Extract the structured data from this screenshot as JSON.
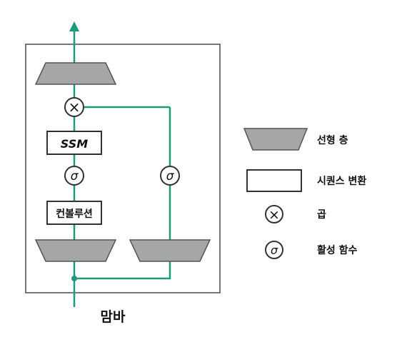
{
  "diagram": {
    "title": "맘바",
    "blocks": {
      "ssm": "SSM",
      "conv": "컨볼루션",
      "sigma_left": "σ",
      "sigma_right": "σ",
      "multiply": "×"
    },
    "legend": {
      "linear": "선형 층",
      "sequence": "시퀀스 변환",
      "multiply_symbol": "×",
      "multiply": "곱",
      "activation_symbol": "σ",
      "activation": "활성 함수"
    },
    "colors": {
      "line": "#1a9c7c",
      "trapezoid": "#a4a6a8",
      "box_border": "#333333",
      "frame": "#777777"
    }
  }
}
